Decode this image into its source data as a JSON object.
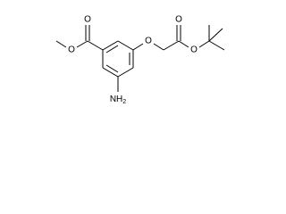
{
  "molecule": {
    "atoms": {
      "carbonyl_oxygen_left": "O",
      "ester_oxygen_left": "O",
      "ether_oxygen": "O",
      "carbonyl_oxygen_right": "O",
      "ester_oxygen_right": "O",
      "amine_label": "NH",
      "amine_subscript": "2"
    },
    "colors": {
      "bond": "#000000",
      "text": "#000000",
      "background": "#ffffff"
    }
  }
}
